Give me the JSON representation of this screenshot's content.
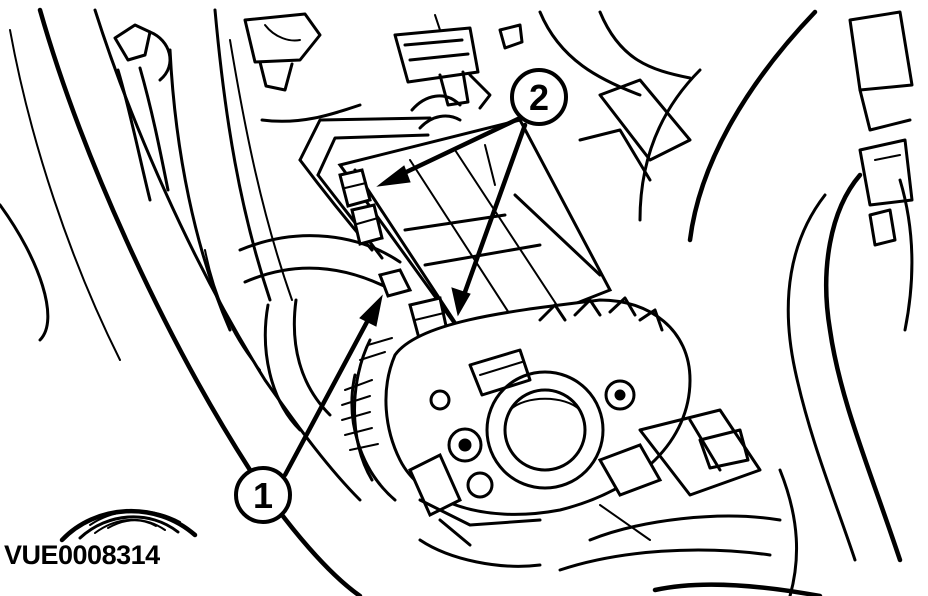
{
  "callouts": [
    {
      "id": "1",
      "label": "1"
    },
    {
      "id": "2",
      "label": "2"
    }
  ],
  "reference_code": "VUE0008314",
  "logo": {
    "name": "ford-arc-logo"
  }
}
